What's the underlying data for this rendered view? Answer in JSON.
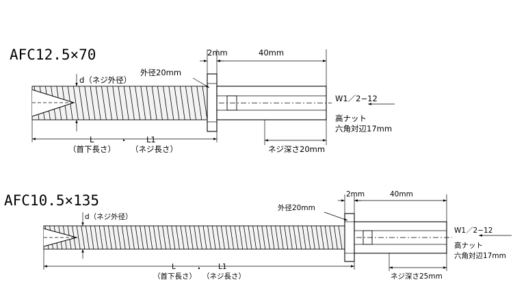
{
  "drawings": [
    {
      "model": "AFC12.5×70",
      "dim_head_thickness": "2mm",
      "dim_nut_length": "40mm",
      "label_outer_diameter": "外径20mm",
      "label_thread_dia": "d（ネジ外径）",
      "label_L": "L",
      "label_L1": "L1",
      "label_L_desc": "（首下長さ）",
      "label_L1_desc": "（ネジ長さ）",
      "label_thread_spec": "W1／2−12",
      "label_nut": "高ナット",
      "label_nut_size": "六角対辺17mm",
      "label_thread_depth": "ネジ深さ20mm"
    },
    {
      "model": "AFC10.5×135",
      "dim_head_thickness": "2mm",
      "dim_nut_length": "40mm",
      "label_outer_diameter": "外径20mm",
      "label_thread_dia": "d（ネジ外径）",
      "label_L": "L",
      "label_L1": "L1",
      "label_L_desc": "（首下長さ）",
      "label_L1_desc": "（ネジ長さ）",
      "label_thread_spec": "W1／2−12",
      "label_nut": "高ナット",
      "label_nut_size": "六角対辺17mm",
      "label_thread_depth": "ネジ深さ25mm"
    }
  ]
}
